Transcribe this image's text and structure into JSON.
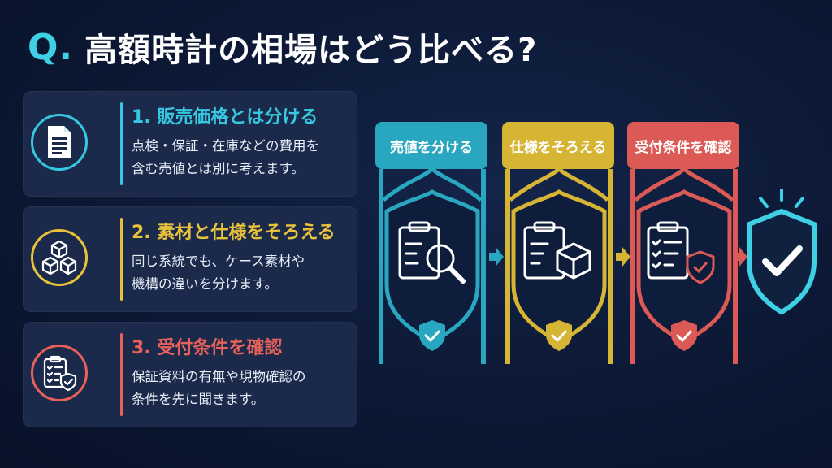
{
  "title": {
    "q": "Q.",
    "text": "高額時計の相場はどう比べる?"
  },
  "cards": [
    {
      "heading": "1. 販売価格とは分ける",
      "line1": "点検・保証・在庫などの費用を",
      "line2": "含む売値とは別に考えます。",
      "color": "#36c8e0",
      "icon": "document-icon"
    },
    {
      "heading": "2. 素材と仕様をそろえる",
      "line1": "同じ系統でも、ケース素材や",
      "line2": "機構の違いを分けます。",
      "color": "#e8c23a",
      "icon": "cubes-icon"
    },
    {
      "heading": "3. 受付条件を確認",
      "line1": "保証資料の有無や現物確認の",
      "line2": "条件を先に聞きます。",
      "color": "#e8615a",
      "icon": "checklist-shield-icon"
    }
  ],
  "flow": [
    {
      "label": "売値を分ける",
      "color": "#2aa7c0",
      "icon": "clipboard-search-icon"
    },
    {
      "label": "仕様をそろえる",
      "color": "#d7b534",
      "icon": "clipboard-cube-icon"
    },
    {
      "label": "受付条件を確認",
      "color": "#dc5a55",
      "icon": "clipboard-shield-icon"
    }
  ],
  "final_icon": "check-shield-icon",
  "colors": {
    "background": "#0c1834",
    "accent": "#3fd0e6"
  }
}
